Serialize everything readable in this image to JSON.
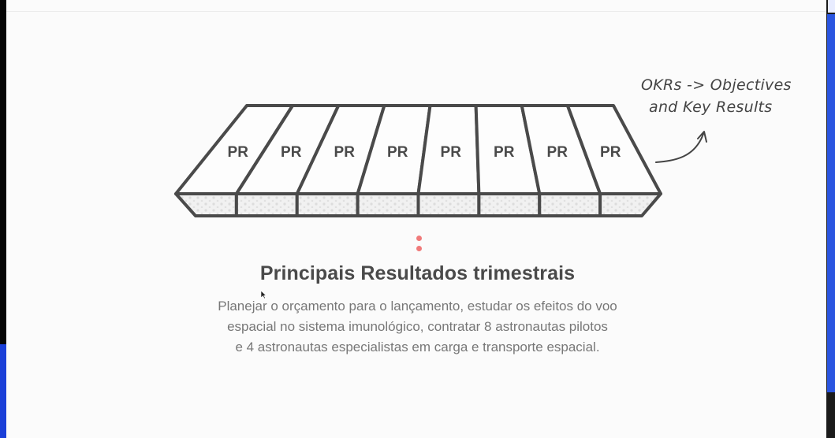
{
  "slide": {
    "block_label": "PR",
    "block_count": 8,
    "title": "Principais Resultados trimestrais",
    "description_lines": [
      "Planejar o orçamento para o lançamento, estudar os efeitos do voo",
      "espacial no sistema imunológico, contratar 8 astronautas pilotos",
      "e 4 astronautas especialistas em carga e transporte espacial."
    ],
    "annotation": {
      "line1": "OKRs -> Objectives",
      "line2": "and Key Results"
    }
  },
  "colors": {
    "outline": "#4a4a4a",
    "accent_dots": "#f07a7a",
    "left_bar_blue": "#1a3fd8",
    "right_bar_blue": "#2a55e0"
  },
  "icons": [
    "cursor-icon",
    "arrow-icon"
  ]
}
